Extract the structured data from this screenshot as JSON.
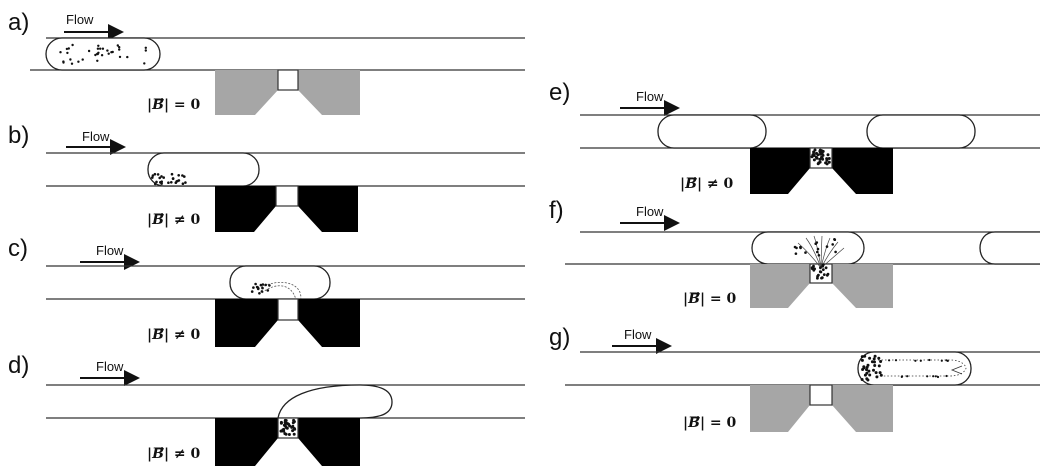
{
  "panels": [
    {
      "id": "a",
      "label": "a)",
      "flow": "Flow",
      "field": "=",
      "field_value": "0",
      "magnet": "gray"
    },
    {
      "id": "b",
      "label": "b)",
      "flow": "Flow",
      "field": "≠",
      "field_value": "0",
      "magnet": "black"
    },
    {
      "id": "c",
      "label": "c)",
      "flow": "Flow",
      "field": "≠",
      "field_value": "0",
      "magnet": "black"
    },
    {
      "id": "d",
      "label": "d)",
      "flow": "Flow",
      "field": "≠",
      "field_value": "0",
      "magnet": "black"
    },
    {
      "id": "e",
      "label": "e)",
      "flow": "Flow",
      "field": "≠",
      "field_value": "0",
      "magnet": "black"
    },
    {
      "id": "f",
      "label": "f)",
      "flow": "Flow",
      "field": "=",
      "field_value": "0",
      "magnet": "gray"
    },
    {
      "id": "g",
      "label": "g)",
      "flow": "Flow",
      "field": "=",
      "field_value": "0",
      "magnet": "gray"
    }
  ],
  "field_symbol": "B",
  "colors": {
    "magnet_on": "#000000",
    "magnet_off": "#a6a6a6",
    "line": "#333333",
    "particle": "#111111"
  }
}
